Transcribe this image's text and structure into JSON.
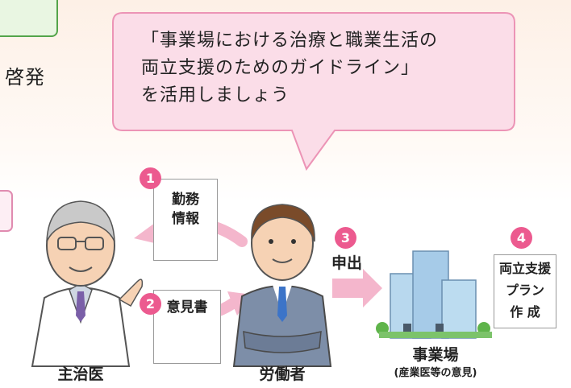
{
  "partial": {
    "left_text": "啓発"
  },
  "callout": {
    "line1": "「事業場における治療と職業生活の",
    "line2": "両立支援のためのガイドライン」",
    "line3": "を活用しましょう"
  },
  "steps": {
    "step1": {
      "number": "1",
      "line1": "勤務",
      "line2": "情報"
    },
    "step2": {
      "number": "2",
      "label": "意見書"
    },
    "step3": {
      "number": "3",
      "label": "申出"
    },
    "step4": {
      "number": "4",
      "line1": "両立支援",
      "line2": "プラン",
      "line3": "作 成"
    }
  },
  "actors": {
    "doctor": "主治医",
    "worker": "労働者",
    "workplace": "事業場",
    "workplace_note": "(産業医等の意見)"
  },
  "colors": {
    "badge": "#ec5a8f",
    "arrow": "#f4b6cc",
    "callout_fill": "#fbdde8",
    "callout_border": "#ec94b6"
  }
}
